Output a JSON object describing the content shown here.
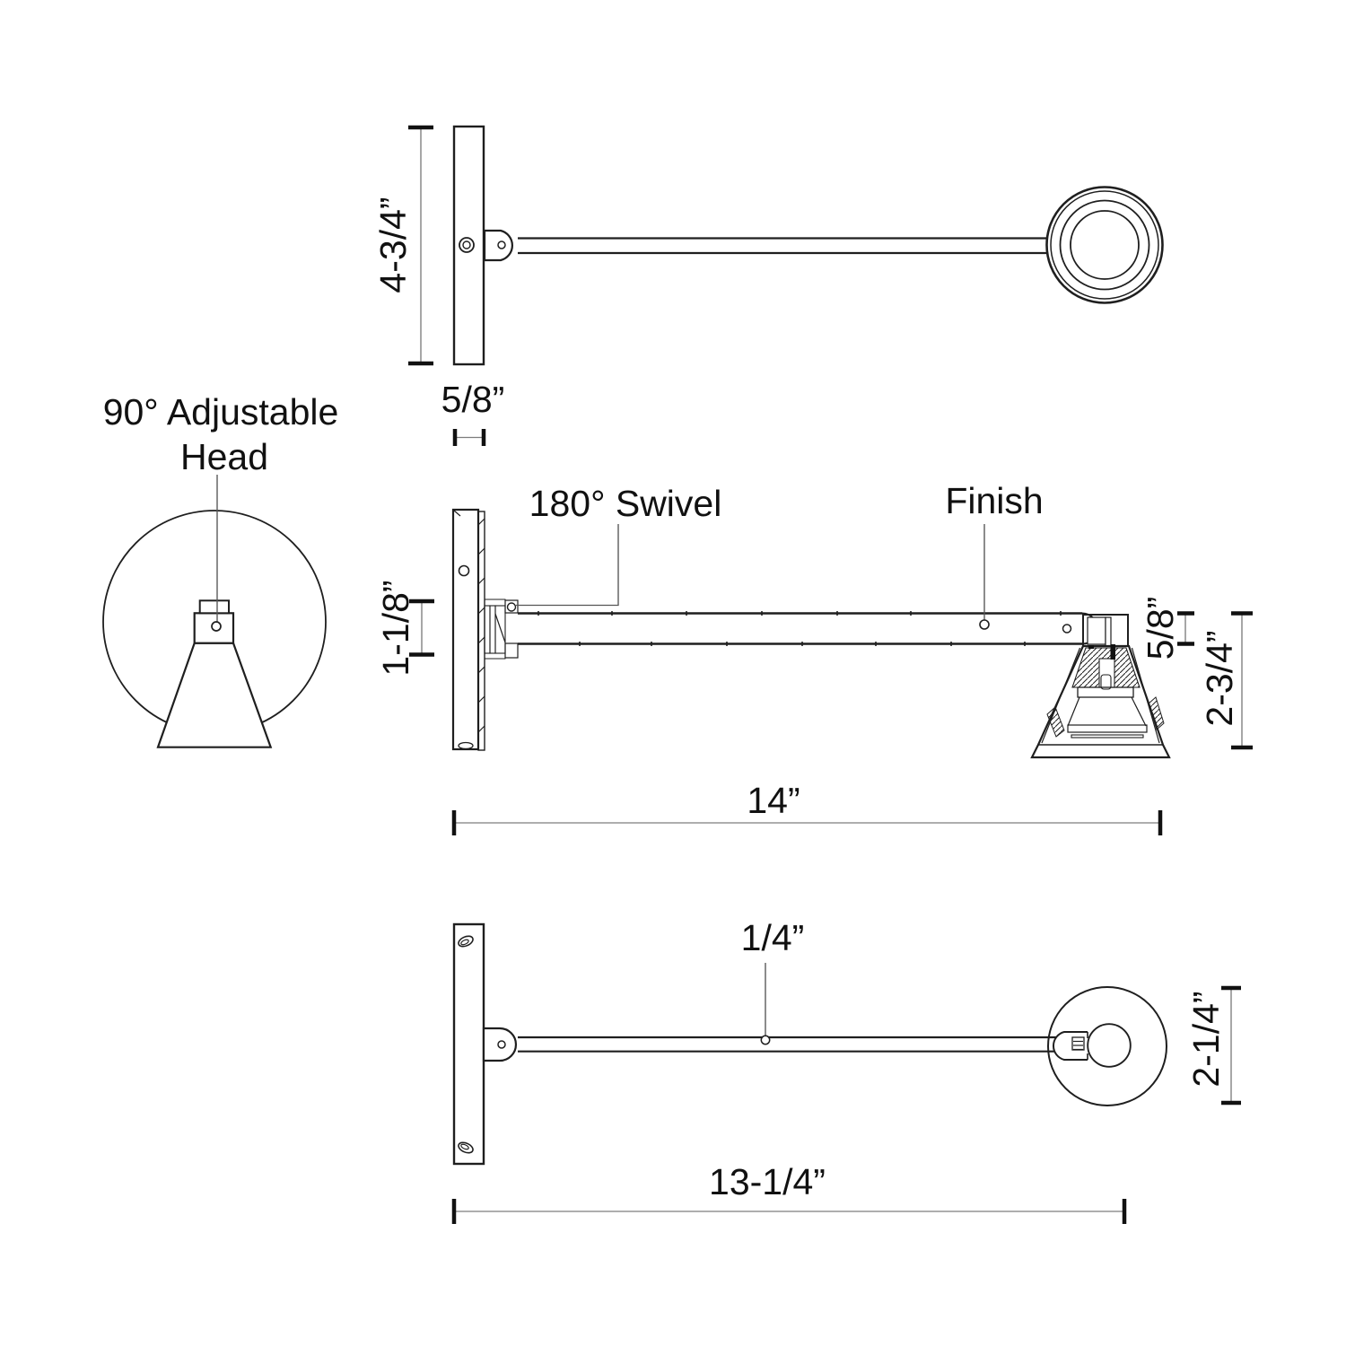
{
  "drawing": {
    "type": "lighting-fixture-spec-sheet",
    "views": [
      "top-view",
      "adjustable-head-detail",
      "side-view",
      "bottom-view"
    ],
    "colors": {
      "ink": "#1f1f1f",
      "dim_line": "#7d7d7d",
      "background": "#ffffff"
    }
  },
  "labels": {
    "adjustable_head_line1": "90° Adjustable",
    "adjustable_head_line2": "Head",
    "swivel": "180° Swivel",
    "finish": "Finish"
  },
  "dimensions": {
    "backplate_height": "4-3/4”",
    "backplate_depth": "5/8”",
    "arm_assembly_height": "1-1/8”",
    "arm_length": "14”",
    "head_mount_height": "5/8”",
    "head_height": "2-3/4”",
    "arm_thickness": "1/4”",
    "head_diameter": "2-1/4”",
    "arm_reach": "13-1/4”"
  }
}
